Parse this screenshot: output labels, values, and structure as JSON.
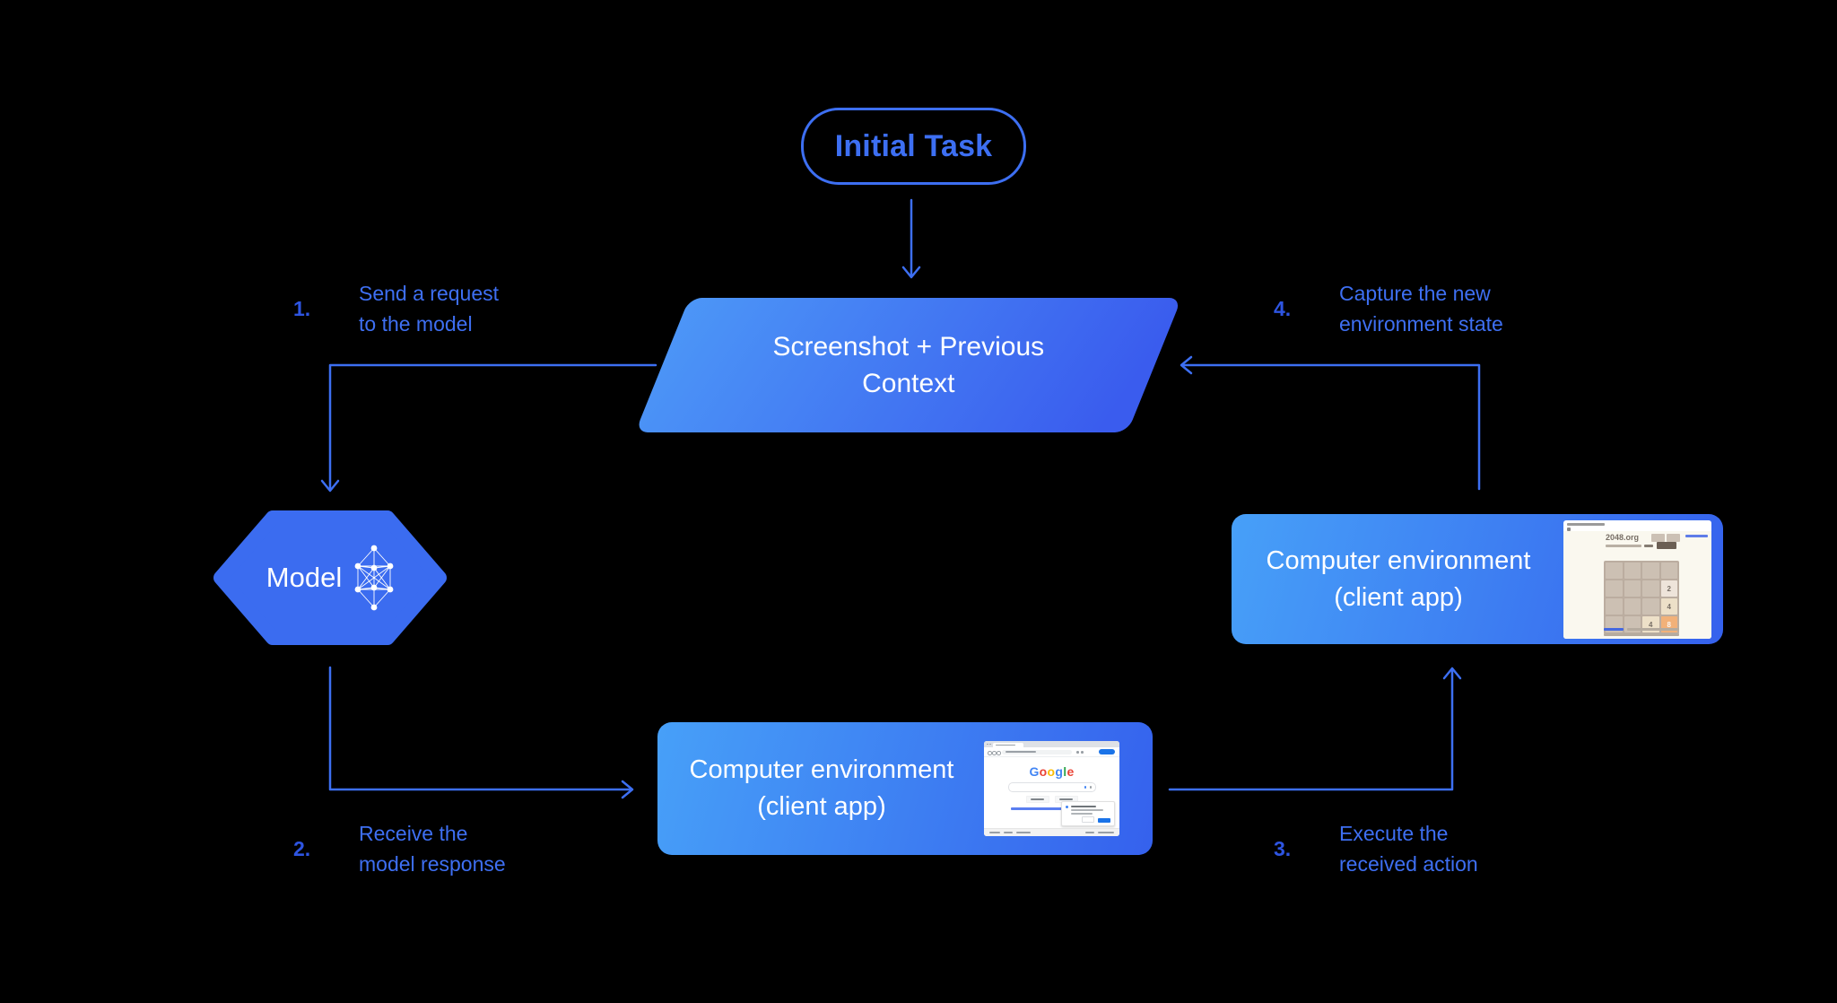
{
  "colors": {
    "background": "#000000",
    "accent_blue": "#3D6FF2",
    "step_number_blue": "#2E55E2",
    "shape_gradient_light": "#47A0F8",
    "shape_gradient_dark": "#3561ED",
    "hexagon_fill": "#3B6CF0",
    "shape_text": "#FFFFFF"
  },
  "initial_task": {
    "label": "Initial Task"
  },
  "screenshot_context": {
    "line1": "Screenshot + Previous",
    "line2": "Context"
  },
  "model": {
    "label": "Model"
  },
  "env_right": {
    "line1": "Computer environment",
    "line2": "(client app)"
  },
  "env_bottom": {
    "line1": "Computer environment",
    "line2": "(client app)"
  },
  "steps": [
    {
      "num": "1.",
      "line1": "Send a request",
      "line2": "to the model"
    },
    {
      "num": "2.",
      "line1": "Receive the",
      "line2": "model response"
    },
    {
      "num": "3.",
      "line1": "Execute the",
      "line2": "received action"
    },
    {
      "num": "4.",
      "line1": "Capture the new",
      "line2": "environment state"
    }
  ],
  "mini_2048": {
    "site_title": "2048.org",
    "tiles": [
      {
        "v": "2",
        "bg": "#EEE4DA",
        "fg": "#776E65"
      },
      {
        "v": "4",
        "bg": "#EDE0C8",
        "fg": "#776E65"
      },
      {
        "v": "4",
        "bg": "#EDE0C8",
        "fg": "#776E65"
      },
      {
        "v": "8",
        "bg": "#F2B179",
        "fg": "#F9F6F2"
      }
    ]
  },
  "mini_google": {
    "letters": [
      {
        "ch": "G",
        "c": "#4285F4"
      },
      {
        "ch": "o",
        "c": "#EA4335"
      },
      {
        "ch": "o",
        "c": "#FBBC05"
      },
      {
        "ch": "g",
        "c": "#4285F4"
      },
      {
        "ch": "l",
        "c": "#34A853"
      },
      {
        "ch": "e",
        "c": "#EA4335"
      }
    ]
  }
}
